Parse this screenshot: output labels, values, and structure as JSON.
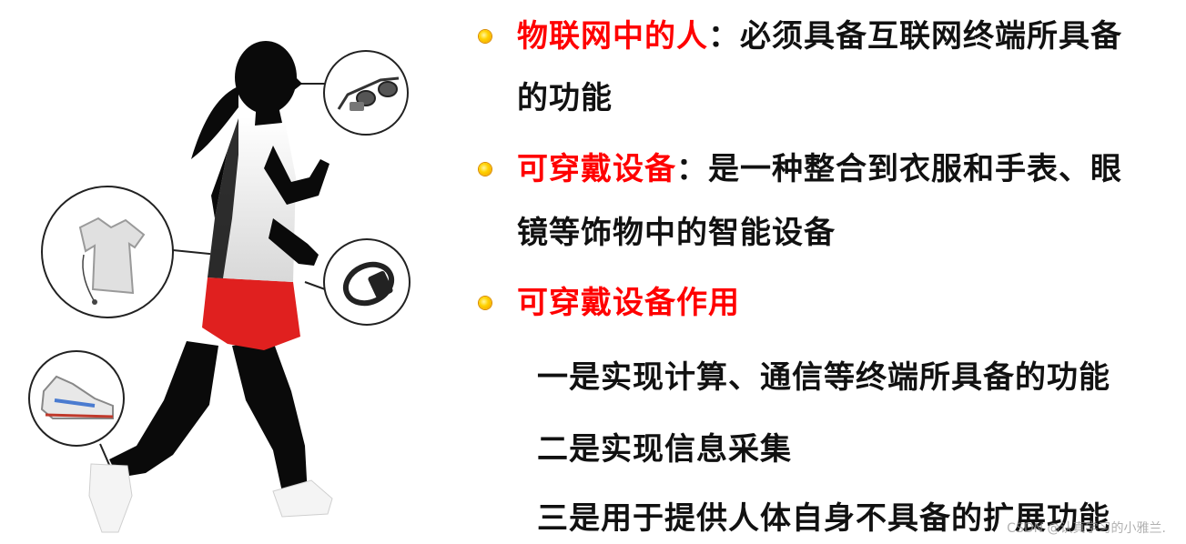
{
  "points": [
    {
      "term": "物联网中的人",
      "colon": "：",
      "desc_line1": "必须具备互联网终端所具备",
      "desc_line2": "的功能"
    },
    {
      "term": "可穿戴设备",
      "colon": "：",
      "desc_line1": "是一种整合到衣服和手表、眼",
      "desc_line2": "镜等饰物中的智能设备"
    },
    {
      "term": "可穿戴设备作用"
    }
  ],
  "functions": [
    "一是实现计算、通信等终端所具备的功能",
    "二是实现信息采集",
    "三是用于提供人体自身不具备的扩展功能"
  ],
  "watermark": "CSDN @认真学习的小雅兰.",
  "colors": {
    "accent_red": "#ff0000",
    "text": "#111111",
    "bullet": "#ffd200",
    "shorts": "#e0201f",
    "silhouette": "#0a0a0a"
  },
  "icons": [
    "glasses-icon",
    "shirt-icon",
    "wristband-icon",
    "sneaker-icon",
    "bullet-icon"
  ]
}
